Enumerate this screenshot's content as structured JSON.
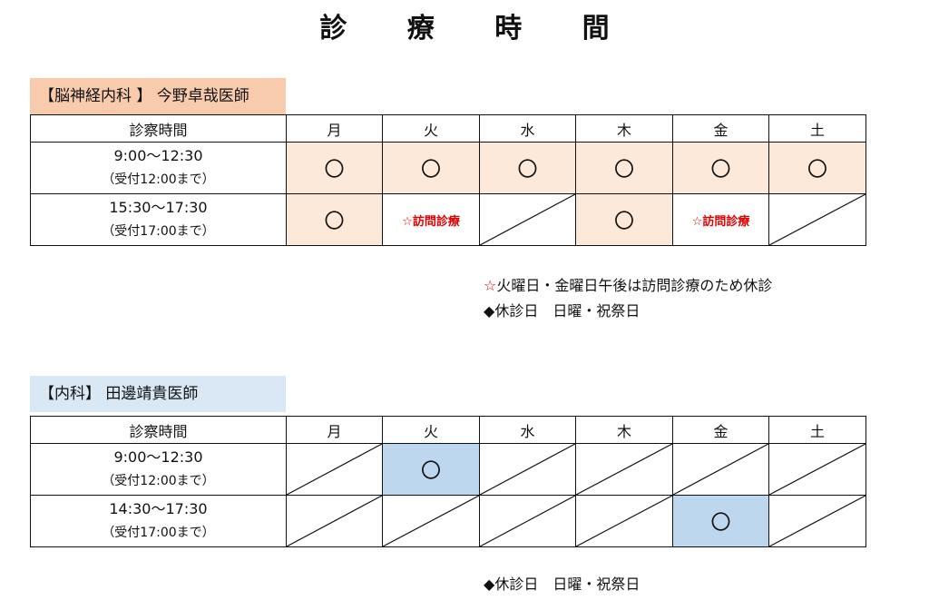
{
  "title": "診 療 時 間",
  "colors": {
    "neuro_label_bg": "#f8cbad",
    "neuro_cell_bg": "#fde9d9",
    "internal_label_bg": "#dae8f5",
    "internal_cell_bg": "#bdd7ee",
    "visit_text": "#e00000"
  },
  "days": [
    "月",
    "火",
    "水",
    "木",
    "金",
    "土"
  ],
  "sections": [
    {
      "label": "【脳神経内科 】 今野卓哉医師",
      "header_label": "診察時間",
      "rows": [
        {
          "time": "9:00～12:30",
          "reception": "（受付12:00まで）",
          "cells": [
            {
              "kind": "open",
              "text": "〇"
            },
            {
              "kind": "open",
              "text": "〇"
            },
            {
              "kind": "open",
              "text": "〇"
            },
            {
              "kind": "open",
              "text": "〇"
            },
            {
              "kind": "open",
              "text": "〇"
            },
            {
              "kind": "open",
              "text": "〇"
            }
          ]
        },
        {
          "time": "15:30～17:30",
          "reception": "（受付17:00まで）",
          "cells": [
            {
              "kind": "open",
              "text": "〇"
            },
            {
              "kind": "visit",
              "text": "☆訪問診療"
            },
            {
              "kind": "closed",
              "text": ""
            },
            {
              "kind": "open",
              "text": "〇"
            },
            {
              "kind": "visit",
              "text": "☆訪問診療"
            },
            {
              "kind": "closed",
              "text": ""
            }
          ]
        }
      ],
      "notes": [
        {
          "mark": "☆",
          "text": "火曜日・金曜日午後は訪問診療のため休診"
        },
        {
          "mark": "◆",
          "text": "休診日　日曜・祝祭日"
        }
      ]
    },
    {
      "label": "【内科】 田邊靖貴医師",
      "header_label": "診察時間",
      "rows": [
        {
          "time": "9:00～12:30",
          "reception": "（受付12:00まで）",
          "cells": [
            {
              "kind": "closed",
              "text": ""
            },
            {
              "kind": "open",
              "text": "〇"
            },
            {
              "kind": "closed",
              "text": ""
            },
            {
              "kind": "closed",
              "text": ""
            },
            {
              "kind": "closed",
              "text": ""
            },
            {
              "kind": "closed",
              "text": ""
            }
          ]
        },
        {
          "time": "14:30～17:30",
          "reception": "（受付17:00まで）",
          "cells": [
            {
              "kind": "closed",
              "text": ""
            },
            {
              "kind": "closed",
              "text": ""
            },
            {
              "kind": "closed",
              "text": ""
            },
            {
              "kind": "closed",
              "text": ""
            },
            {
              "kind": "open",
              "text": "〇"
            },
            {
              "kind": "closed",
              "text": ""
            }
          ]
        }
      ],
      "notes": [
        {
          "mark": "◆",
          "text": "休診日　日曜・祝祭日"
        }
      ]
    }
  ]
}
